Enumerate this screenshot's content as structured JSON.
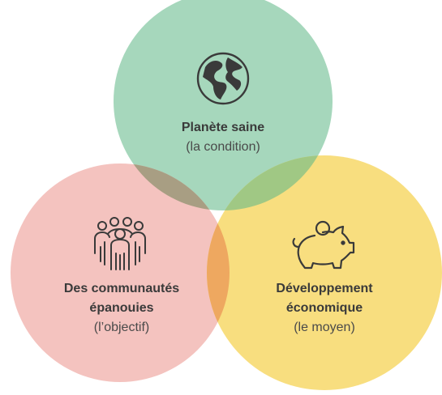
{
  "diagram": {
    "type": "venn",
    "circles": [
      {
        "id": "top",
        "title": "Planète saine",
        "subtitle": "(la condition)",
        "color": "#6dbf98",
        "icon": "globe-icon"
      },
      {
        "id": "left",
        "title_line1": "Des communautés",
        "title_line2": "épanouies",
        "subtitle": "(l’objectif)",
        "color": "#ee9891",
        "icon": "people-group-icon"
      },
      {
        "id": "right",
        "title_line1": "Développement",
        "title_line2": "économique",
        "subtitle": "(le moyen)",
        "color": "#f8d95a",
        "icon": "piggy-bank-icon"
      }
    ],
    "overlap_colors": {
      "top_left": "#a09a7e",
      "top_right": "#7ec07a",
      "left_right": "#f0a45a",
      "center": "#a7a16e"
    },
    "text_color": "#3a3a3a"
  }
}
